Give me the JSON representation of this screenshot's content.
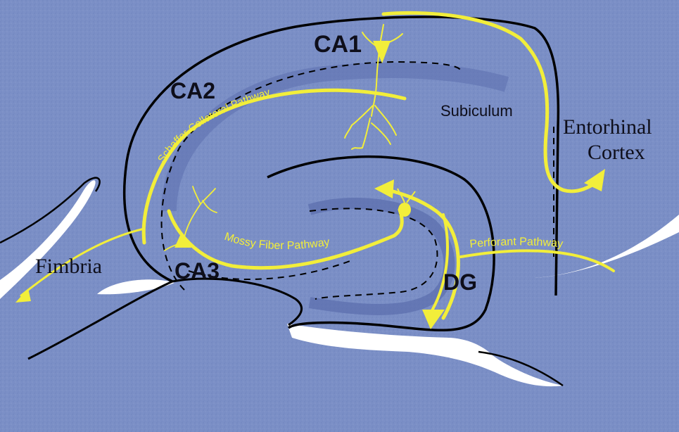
{
  "colors": {
    "tissue": "#7b8fc6",
    "tissue_dark": "#5f73b0",
    "outline": "#000000",
    "pathway": "#f2ee3a",
    "void": "#ffffff"
  },
  "labels": {
    "ca1": "CA1",
    "ca2": "CA2",
    "ca3": "CA3",
    "dg": "DG",
    "subiculum": "Subiculum",
    "entorhinal_line1": "Entorhinal",
    "entorhinal_line2": "Cortex",
    "fimbria": "Fimbria"
  },
  "pathways": {
    "schaffer": "Schaffer Collateral Pathway",
    "mossy": "Mossy Fiber Pathway",
    "perforant": "Perforant Pathway"
  }
}
